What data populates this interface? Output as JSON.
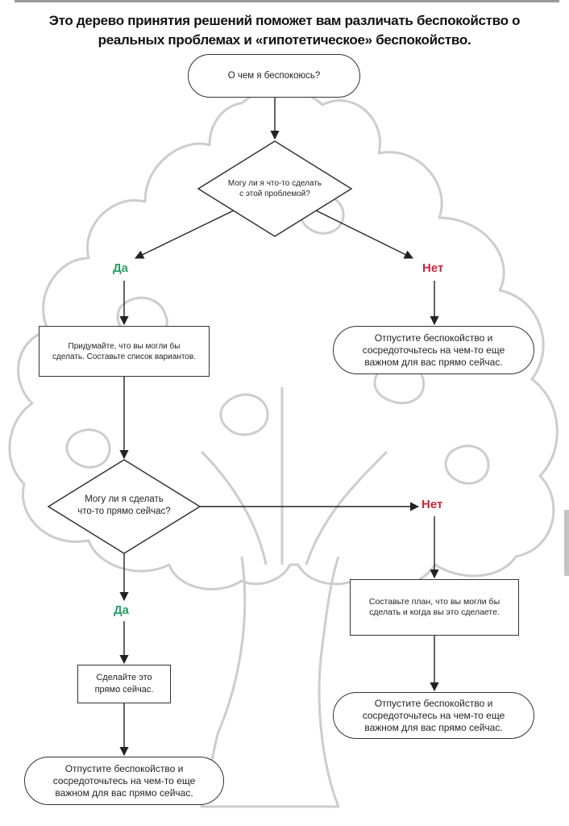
{
  "title": {
    "line1": "Это дерево принятия решений поможет вам различать беспокойство о",
    "line2": "реальных проблемах и «гипотетическое» беспокойство."
  },
  "nodes": {
    "start": "О чем я беспокоюсь?",
    "decision1": {
      "line1": "Могу ли я что-то сделать",
      "line2": "с этой проблемой?"
    },
    "yes1_label": "Да",
    "no1_label": "Нет",
    "brainstorm": {
      "line1": "Придумайте, что вы могли бы",
      "line2": "сделать. Составьте список вариантов."
    },
    "letgo1": {
      "line1": "Отпустите беспокойство и",
      "line2": "сосредоточьтесь на чем-то еще",
      "line3": "важном для вас прямо сейчас."
    },
    "decision2": {
      "line1": "Могу ли я сделать",
      "line2": "что-то прямо сейчас?"
    },
    "no2_label": "Нет",
    "yes2_label": "Да",
    "plan": {
      "line1": "Составьте план, что вы могли бы",
      "line2": "сделать и когда вы это сделаете."
    },
    "doit": {
      "line1": "Сделайте это",
      "line2": "прямо сейчас."
    },
    "letgo2": {
      "line1": "Отпустите беспокойство и",
      "line2": "сосредоточьтесь на чем-то еще",
      "line3": "важном для вас прямо сейчас."
    },
    "letgo3": {
      "line1": "Отпустите беспокойство и",
      "line2": "сосредоточьтесь на чем-то еще",
      "line3": "важном для вас прямо сейчас."
    }
  },
  "colors": {
    "yes": "#2aa06a",
    "no": "#c8283c",
    "tree_outline": "#c8c8c8",
    "line": "#333333"
  }
}
